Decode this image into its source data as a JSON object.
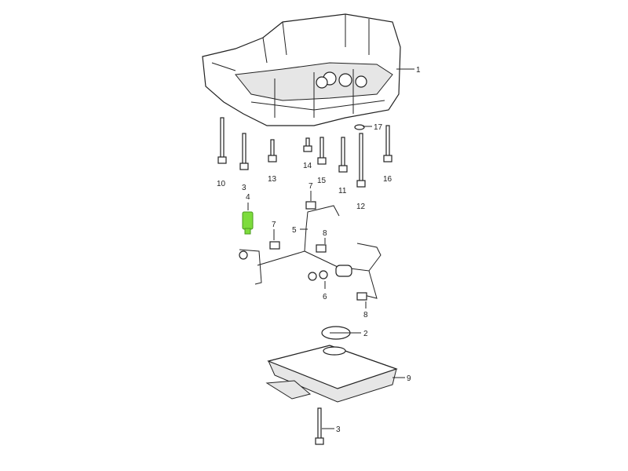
{
  "diagram": {
    "highlight_color": "#7ddc3c",
    "highlighted_part": "4",
    "callouts": {
      "c1": "1",
      "c17": "17",
      "c10": "10",
      "c3a": "3",
      "c13": "13",
      "c14": "14",
      "c15": "15",
      "c11": "11",
      "c12": "12",
      "c16": "16",
      "c4": "4",
      "c7a": "7",
      "c7b": "7",
      "c5": "5",
      "c8a": "8",
      "c6": "6",
      "c8b": "8",
      "c2": "2",
      "c9": "9",
      "c3b": "3"
    }
  }
}
